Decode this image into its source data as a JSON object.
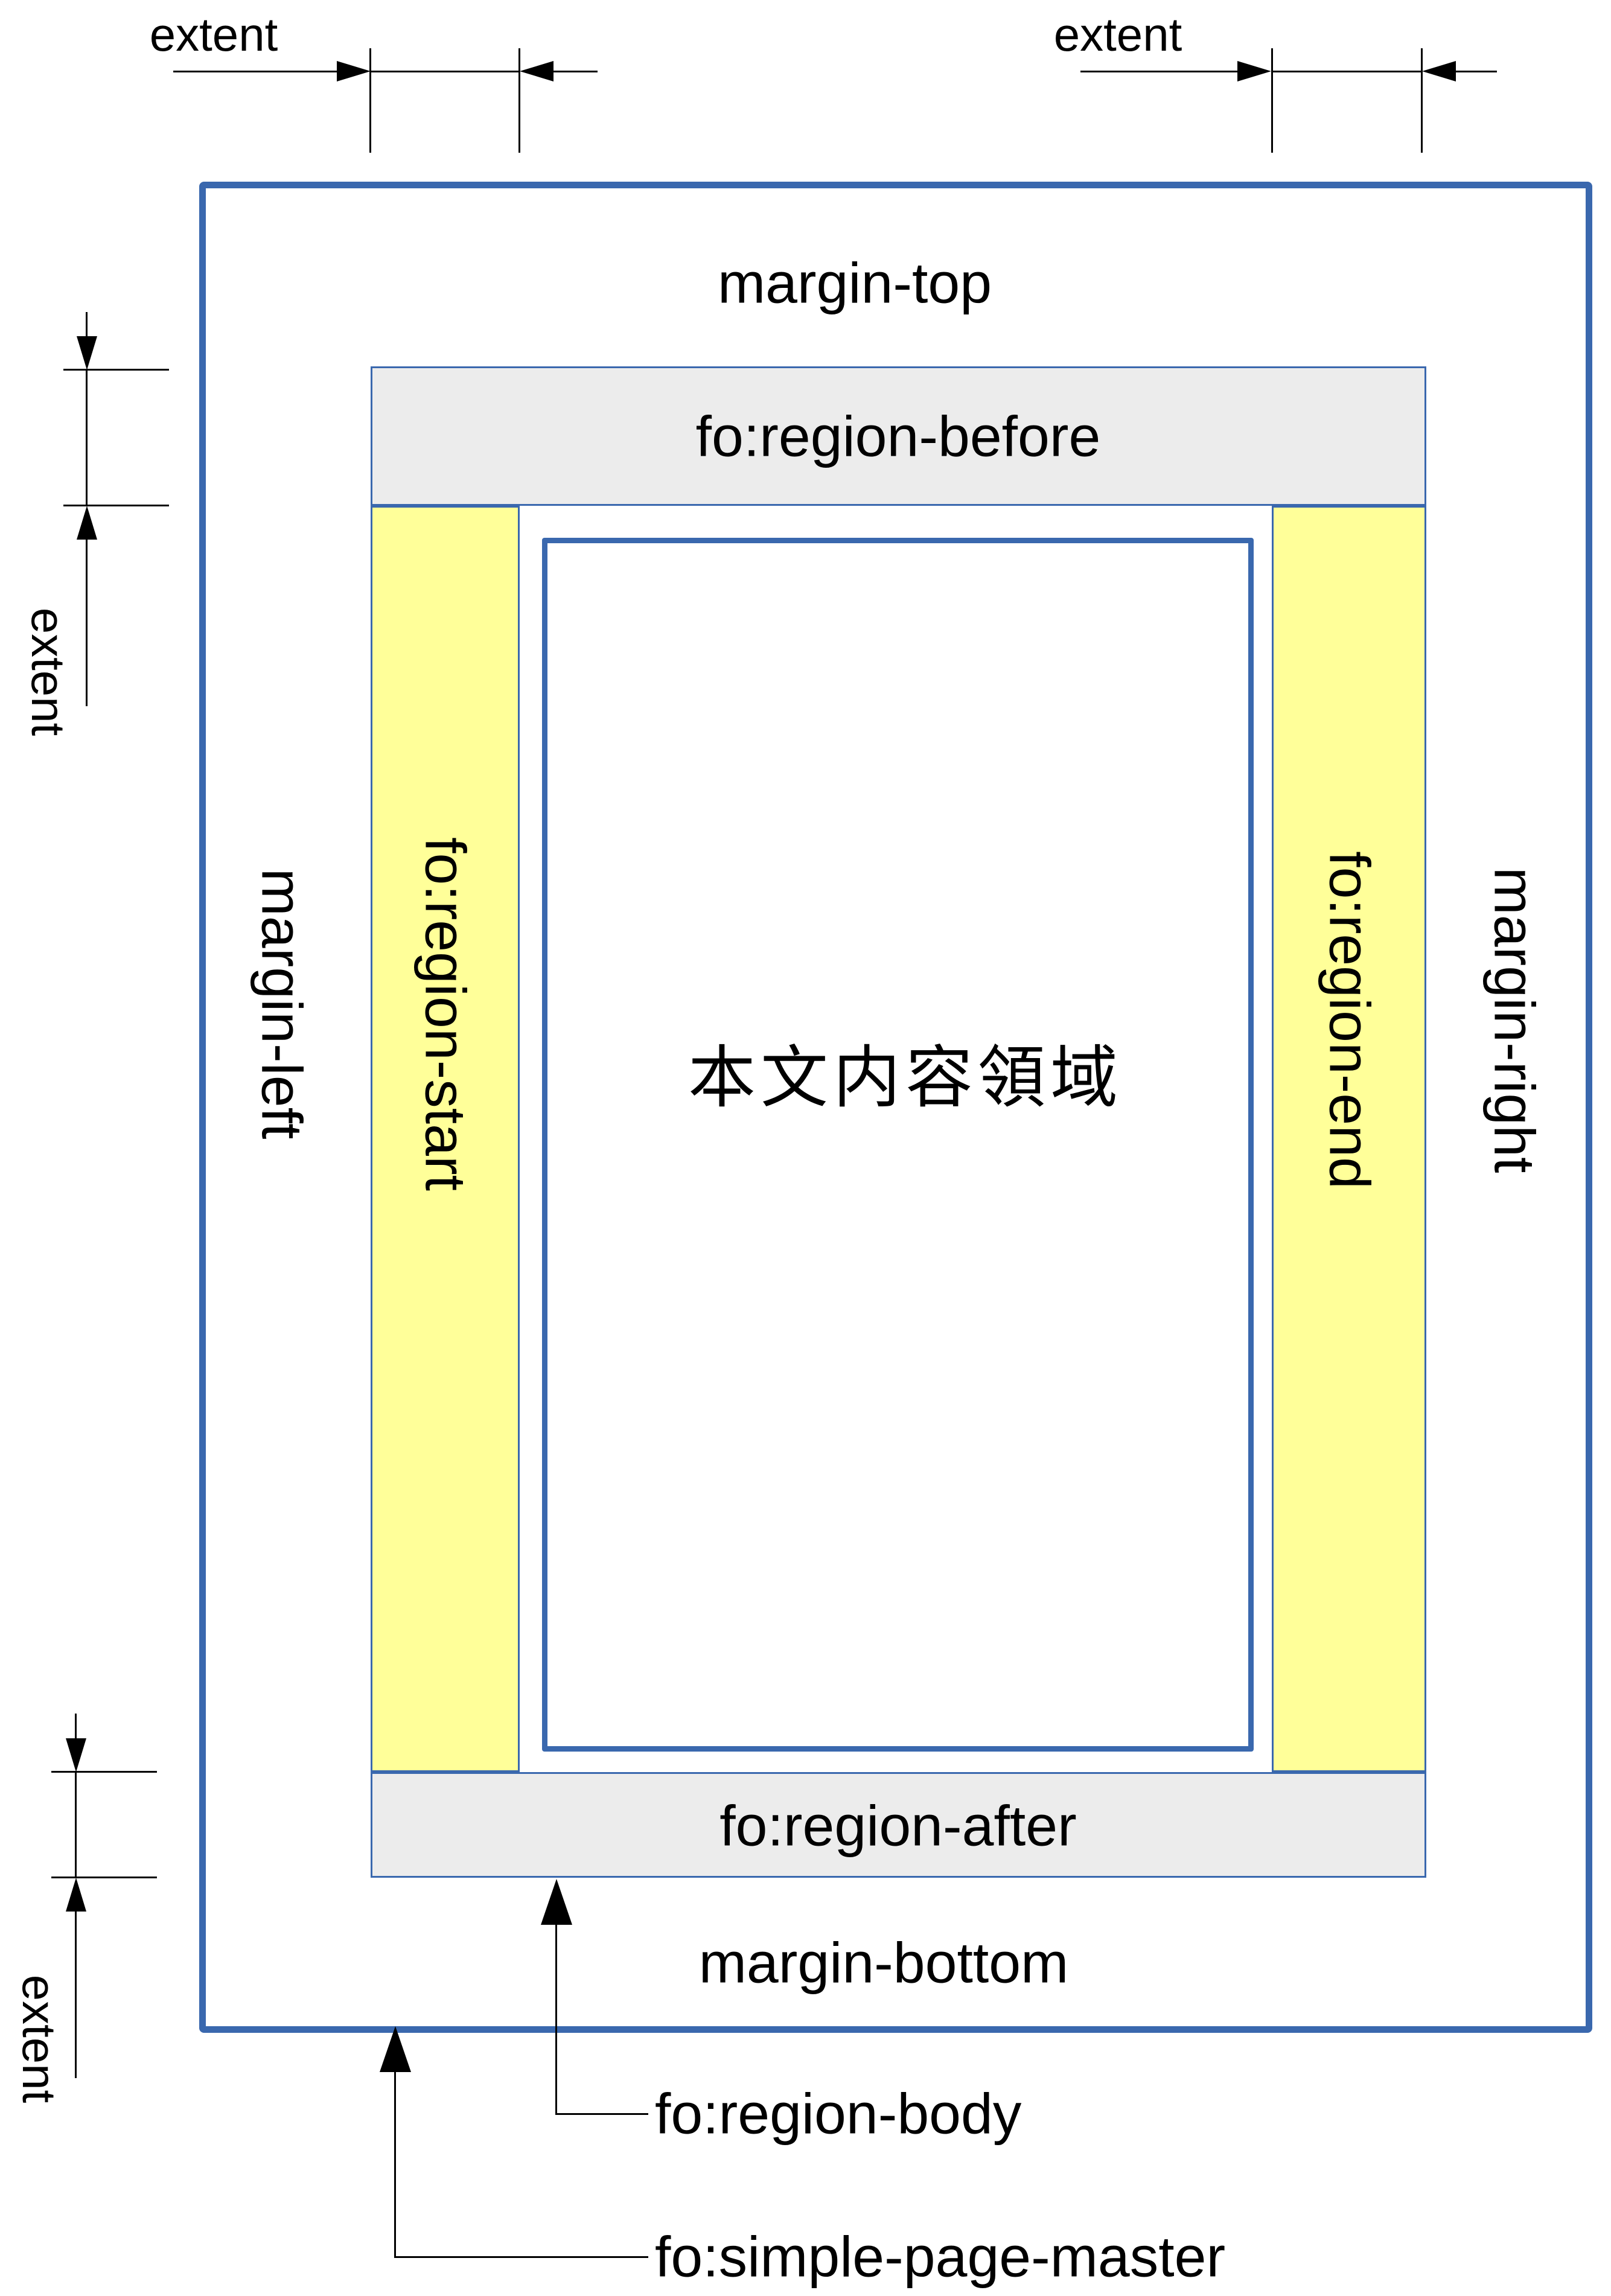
{
  "diagram": {
    "page_master": {
      "label": "fo:simple-page-master"
    },
    "regions": {
      "before": {
        "label": "fo:region-before"
      },
      "after": {
        "label": "fo:region-after"
      },
      "start": {
        "label": "fo:region-start"
      },
      "end": {
        "label": "fo:region-end"
      },
      "body": {
        "label": "fo:region-body",
        "content_text": "本文内容領域"
      }
    },
    "margins": {
      "top": {
        "label": "margin-top"
      },
      "bottom": {
        "label": "margin-bottom"
      },
      "left": {
        "label": "margin-left"
      },
      "right": {
        "label": "margin-right"
      }
    },
    "dimensions": {
      "top_left": {
        "label": "extent"
      },
      "top_right": {
        "label": "extent"
      },
      "left_upper": {
        "label": "extent"
      },
      "left_lower": {
        "label": "extent"
      }
    },
    "colors": {
      "border_blue": "#3A68AE",
      "region_gray": "#ECECEC",
      "region_yellow": "#FFFF99",
      "line_black": "#000000",
      "background": "#FFFFFF"
    }
  }
}
